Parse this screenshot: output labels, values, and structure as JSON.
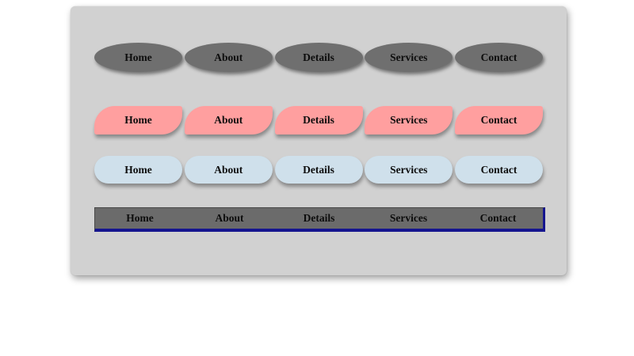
{
  "page": {
    "background_color": "#ffffff"
  },
  "card": {
    "background_color": "#d1d1d1"
  },
  "navs": {
    "ellipse": {
      "shape": "ellipse",
      "background_color": "#6f6f6f",
      "text_color": "#0d0d0d",
      "items": [
        "Home",
        "About",
        "Details",
        "Services",
        "Contact"
      ]
    },
    "leaf": {
      "shape": "leaf-rounded",
      "background_color": "#ff9f9f",
      "text_color": "#0d0d0d",
      "items": [
        "Home",
        "About",
        "Details",
        "Services",
        "Contact"
      ]
    },
    "pill": {
      "shape": "pill",
      "background_color": "#cfe0eb",
      "text_color": "#0d0d0d",
      "items": [
        "Home",
        "About",
        "Details",
        "Services",
        "Contact"
      ]
    },
    "bar": {
      "shape": "solid-bar",
      "background_color": "#6b6b6b",
      "border_color": "#15158f",
      "text_color": "#0d0d0d",
      "items": [
        "Home",
        "About",
        "Details",
        "Services",
        "Contact"
      ]
    }
  }
}
